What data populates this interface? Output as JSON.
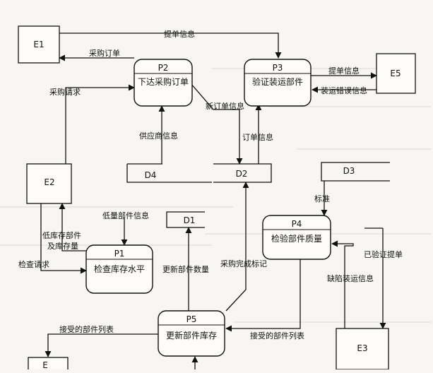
{
  "entities": {
    "e1": "E1",
    "e2": "E2",
    "e3": "E3",
    "e5": "E5",
    "e_partial": "E"
  },
  "processes": {
    "p1": {
      "id": "P1",
      "name": "检查库存水平"
    },
    "p2": {
      "id": "P2",
      "name": "下达采购订单"
    },
    "p3": {
      "id": "P3",
      "name": "验证装运部件"
    },
    "p4": {
      "id": "P4",
      "name": "检验部件质量"
    },
    "p5": {
      "id": "P5",
      "name": "更新部件库存"
    }
  },
  "stores": {
    "d1": "D1",
    "d2": "D2",
    "d3": "D3",
    "d4": "D4"
  },
  "flows": {
    "tidan_top": "提单信息",
    "caigou_dingdan": "采购订单",
    "caigou_qingqiu": "采购请求",
    "tidan_e5": "提单信息",
    "zhuangyun_cuowu": "装运错误信息",
    "xin_dingdan": "新订单信息",
    "gongyingshang": "供应商信息",
    "dingdan_xinxi": "订单信息",
    "biaozhun": "标准",
    "dikucun_bujian": "低库存部件",
    "ji_kucunliang": "及库存量",
    "diliang_bujian": "低量部件信息",
    "jiancha_qingqiu": "检查请求",
    "gengxin_shuliang": "更新部件数量",
    "caigou_wancheng": "采购完成标记",
    "yiyanzheng_tidan": "已验证提单",
    "quexian": "缺陷装运信息",
    "jieshou_left": "接受的部件列表",
    "jieshou_right": "接受的部件列表"
  }
}
